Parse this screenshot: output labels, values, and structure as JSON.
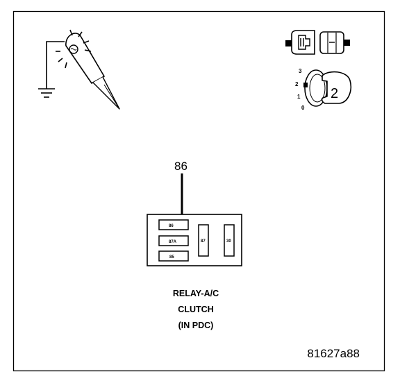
{
  "pointer_label": "86",
  "relay": {
    "pins": {
      "p86": "86",
      "p87a": "87A",
      "p85": "85",
      "p87": "87",
      "p30": "30"
    }
  },
  "caption": {
    "line1": "RELAY-A/C",
    "line2": "CLUTCH",
    "line3": "(IN PDC)"
  },
  "ignition": {
    "position_value": "2",
    "scale": [
      "3",
      "2",
      "1",
      "0"
    ]
  },
  "figure_id": "81627a88"
}
